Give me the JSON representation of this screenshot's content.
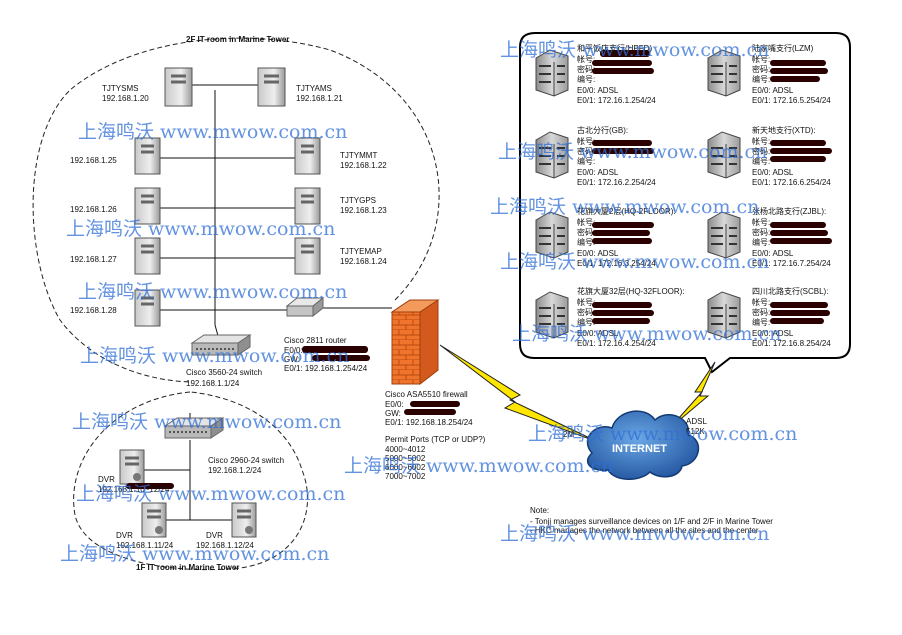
{
  "rooms": {
    "second_floor": "2F IT room in Marine Tower",
    "first_floor": "1F IT room in Marine Tower"
  },
  "servers": {
    "tjtysms": {
      "name": "TJTYSMS",
      "ip": "192.168.1.20"
    },
    "tjtyams": {
      "name": "TJTYAMS",
      "ip": "192.168.1.21"
    },
    "s25": {
      "ip": "192.168.1.25"
    },
    "tjtymmt": {
      "name": "TJTYMMT",
      "ip": "192.168.1.22"
    },
    "s26": {
      "ip": "192.168.1.26"
    },
    "tjtygps": {
      "name": "TJTYGPS",
      "ip": "192.168.1.23"
    },
    "s27": {
      "ip": "192.168.1.27"
    },
    "tjtyemap": {
      "name": "TJTYEMAP",
      "ip": "192.168.1.24"
    },
    "s28": {
      "ip": "192.168.1.28"
    }
  },
  "router": {
    "name": "Cisco 2811 router",
    "e00": "E0/0:",
    "gw": "GW:",
    "e01": "E0/1: 192.168.1.254/24"
  },
  "switch_3560": {
    "name": "Cisco 3560-24 switch",
    "ip": "192.168.1.1/24"
  },
  "switch_2960": {
    "name": "Cisco 2960-24 switch",
    "ip": "192.168.1.2/24"
  },
  "firewall": {
    "name": "Cisco ASA5510 firewall",
    "e00": "E0/0:",
    "gw": "GW:",
    "e01": "E0/1: 192.168.18.254/24",
    "permit_title": "Permit Ports (TCP or UDP?)",
    "ports": [
      "4000~4012",
      "5000~5002",
      "6000~6002",
      "7000~7002"
    ]
  },
  "dvrs": {
    "d10": {
      "name": "DVR",
      "ip": "192.168.1.10~12/24"
    },
    "d11": {
      "name": "DVR",
      "ip": "192.168.1.11/24"
    },
    "d12": {
      "name": "DVR",
      "ip": "192.168.1.12/24"
    }
  },
  "internet": {
    "label": "INTERNET",
    "link_left": "2M",
    "link_right_1": "ADSL",
    "link_right_2": "512K"
  },
  "branches": [
    {
      "name": "和平饭店支行(HPFD)",
      "account": "帐号:",
      "password": "密码:",
      "code": "编号:",
      "e00": "E0/0: ADSL",
      "e01": "E0/1: 172.16.1.254/24"
    },
    {
      "name": "陆家嘴支行(LZM)",
      "account": "帐号:",
      "password": "密码:",
      "code": "编号:",
      "e00": "E0/0: ADSL",
      "e01": "E0/1: 172.16.5.254/24"
    },
    {
      "name": "古北分行(GB):",
      "account": "帐号:",
      "password": "密码:",
      "code": "编号:",
      "e00": "E0/0: ADSL",
      "e01": "E0/1: 172.16.2.254/24"
    },
    {
      "name": "新天地支行(XTD):",
      "account": "帐号:",
      "password": "密码:",
      "code": "编号:",
      "e00": "E0/0: ADSL",
      "e01": "E0/1: 172.16.6.254/24"
    },
    {
      "name": "花旗大厦2层(HQ-2FLOOR):",
      "account": "帐号:",
      "password": "密码:",
      "code": "编号:",
      "e00": "E0/0: ADSL",
      "e01": "E0/1: 172.16.3.254/24"
    },
    {
      "name": "张杨北路支行(ZJBL):",
      "account": "帐号:",
      "password": "密码:",
      "code": "编号:",
      "e00": "E0/0: ADSL",
      "e01": "E0/1: 172.16.7.254/24"
    },
    {
      "name": "花旗大厦32层(HQ-32FLOOR):",
      "account": "帐号:",
      "password": "密码:",
      "code": "编号:",
      "e00": "E0/0: ADSL",
      "e01": "E0/1: 172.16.4.254/24"
    },
    {
      "name": "四川北路支行(SCBL):",
      "account": "帐号:",
      "password": "密码:",
      "code": "编号:",
      "e00": "E0/0: ADSL",
      "e01": "E0/1: 172.16.8.254/24"
    }
  ],
  "notes": {
    "title": "Note:",
    "lines": [
      "- Tonji manages surveillance devices on 1/F and 2/F in Marine Tower",
      "- HKC manages the network between all the sites and the center"
    ]
  },
  "watermark": "上海鸣沃 www.mwow.com.cn",
  "colors": {
    "watermark": "#2f6fd6",
    "firewall": "#f0742b",
    "internet_cloud": "#1d4f9a",
    "lightning": "#ffe600"
  }
}
